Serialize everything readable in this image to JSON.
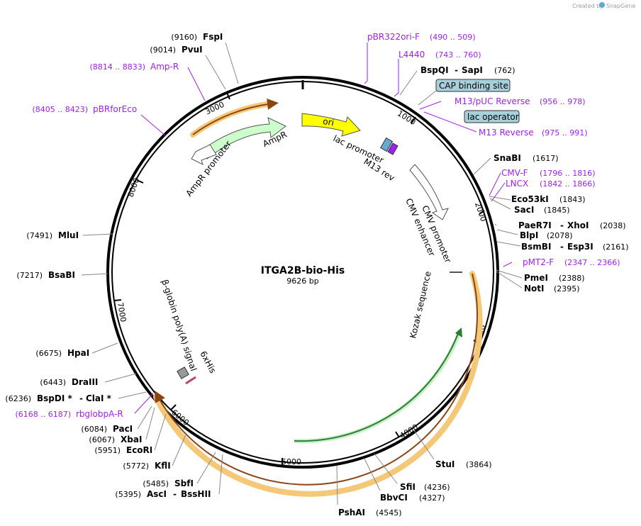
{
  "credit": "Created by",
  "brand": "SnapGene",
  "plasmid": {
    "name": "ITGA2B-bio-His",
    "length_label": "9626 bp",
    "length": 9626
  },
  "ticks": [
    "1000",
    "2000",
    "3000",
    "4000",
    "5000",
    "6000",
    "7000",
    "8000",
    "3000"
  ],
  "features": {
    "ori": "ori",
    "ampr": "AmpR",
    "ampr_promoter": "AmpR promoter",
    "lac_promoter": "lac promoter",
    "m13_rev": "M13 rev",
    "cmv_promoter": "CMV promoter",
    "cmv_enhancer": "CMV enhancer",
    "kozak": "Kozak sequence",
    "six_his": "6xHis",
    "bglobin": "β-globin poly(A) signal",
    "cap_site": "CAP binding site",
    "lac_operator": "lac operator"
  },
  "sites_left": [
    {
      "pos": "(9160)",
      "name": "FspI"
    },
    {
      "pos": "(9014)",
      "name": "PvuI"
    },
    {
      "pos": "(7491)",
      "name": "MluI"
    },
    {
      "pos": "(7217)",
      "name": "BsaBI"
    },
    {
      "pos": "(6675)",
      "name": "HpaI"
    },
    {
      "pos": "(6443)",
      "name": "DraIII"
    },
    {
      "pos": "(6236)",
      "name": "BspDI *",
      "name2": "ClaI *"
    },
    {
      "pos": "(6084)",
      "name": "PacI"
    },
    {
      "pos": "(6067)",
      "name": "XbaI"
    },
    {
      "pos": "(5951)",
      "name": "EcoRI"
    },
    {
      "pos": "(5772)",
      "name": "KflI"
    },
    {
      "pos": "(5485)",
      "name": "SbfI"
    },
    {
      "pos": "(5395)",
      "name": "AscI",
      "name2": "BssHII"
    }
  ],
  "sites_right": [
    {
      "name": "BspQI",
      "name2": "SapI",
      "pos": "(762)"
    },
    {
      "name": "SnaBI",
      "pos": "(1617)"
    },
    {
      "name": "Eco53kI",
      "pos": "(1843)"
    },
    {
      "name": "SacI",
      "pos": "(1845)"
    },
    {
      "name": "PaeR7I",
      "name2": "XhoI",
      "pos": "(2038)"
    },
    {
      "name": "BlpI",
      "pos": "(2078)"
    },
    {
      "name": "BsmBI",
      "name2": "Esp3I",
      "pos": "(2161)"
    },
    {
      "name": "PmeI",
      "pos": "(2388)"
    },
    {
      "name": "NotI",
      "pos": "(2395)"
    },
    {
      "name": "StuI",
      "pos": "(3864)"
    },
    {
      "name": "SfiI",
      "pos": "(4236)"
    },
    {
      "name": "BbvCI",
      "pos": "(4327)"
    },
    {
      "name": "PshAI",
      "pos": "(4545)"
    }
  ],
  "primers": [
    {
      "name": "pBR322ori-F",
      "pos": "(490 .. 509)"
    },
    {
      "name": "L4440",
      "pos": "(743 .. 760)"
    },
    {
      "name": "M13/pUC Reverse",
      "pos": "(956 .. 978)"
    },
    {
      "name": "M13 Reverse",
      "pos": "(975 .. 991)"
    },
    {
      "name": "CMV-F",
      "pos": "(1796 .. 1816)"
    },
    {
      "name": "LNCX",
      "pos": "(1842 .. 1866)"
    },
    {
      "name": "pMT2-F",
      "pos": "(2347 .. 2366)"
    },
    {
      "name": "Amp-R",
      "pos": "(8814 .. 8833)"
    },
    {
      "name": "pBRforEco",
      "pos": "(8405 .. 8423)"
    },
    {
      "name": "rbglobpA-R",
      "pos": "(6168 .. 6187)"
    }
  ],
  "colors": {
    "backbone": "#000000",
    "primer": "#a020f0",
    "ori": "#ffff00",
    "ampr": "#ccffcc",
    "orf_glow": "#f5c878",
    "orf_line": "#8b4513",
    "orf2_line": "#2e7d32",
    "box_fill": "#a8d0dc"
  },
  "icons": [
    "snapgene-logo-icon"
  ]
}
